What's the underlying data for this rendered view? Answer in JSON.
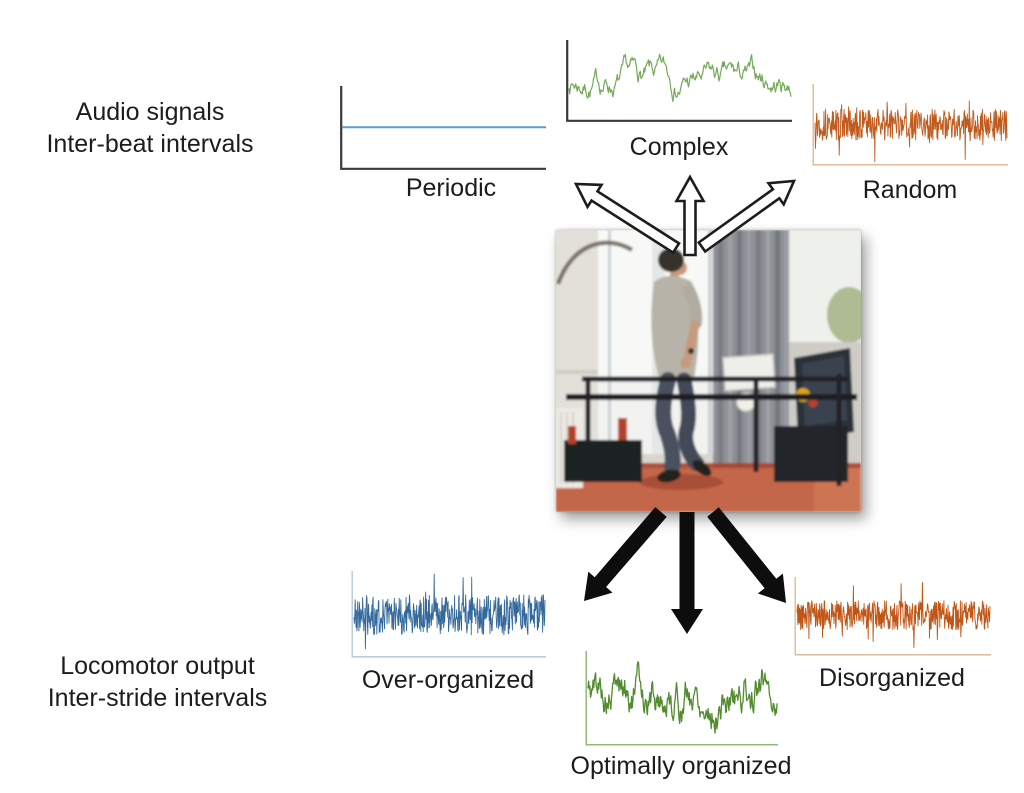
{
  "labels": {
    "audio_line1": "Audio signals",
    "audio_line2": "Inter-beat intervals",
    "locomotor_line1": "Locomotor output",
    "locomotor_line2": "Inter-stride intervals"
  },
  "plots": {
    "periodic": {
      "label": "Periodic",
      "kind": "flat",
      "color": "#58a0cd",
      "axis_color": "#3a3a3a",
      "axis_width": 2.2,
      "stroke_width": 2.0,
      "seed": 1,
      "points": 2,
      "amp": 0.0,
      "mid": 0.49
    },
    "complex": {
      "label": "Complex",
      "kind": "pink",
      "color": "#74aa58",
      "axis_color": "#3a3a3a",
      "axis_width": 2.2,
      "stroke_width": 1.2,
      "seed": 7,
      "points": 300,
      "amp": 0.3,
      "mid": 0.45
    },
    "random": {
      "label": "Random",
      "kind": "white",
      "color": "#c05a1d",
      "axis_color": "#deb58e",
      "axis_width": 1.3,
      "stroke_width": 0.9,
      "seed": 13,
      "points": 470,
      "amp": 0.26,
      "mid": 0.5
    },
    "over_organized": {
      "label": "Over-organized",
      "kind": "white",
      "color": "#34699c",
      "axis_color": "#aec6d8",
      "axis_width": 1.3,
      "stroke_width": 0.9,
      "seed": 21,
      "points": 470,
      "amp": 0.29,
      "mid": 0.5
    },
    "optimally_organized": {
      "label": "Optimally organized",
      "kind": "pink",
      "color": "#538c30",
      "axis_color": "#8fba77",
      "axis_width": 1.5,
      "stroke_width": 1.3,
      "seed": 5,
      "points": 300,
      "amp": 0.3,
      "mid": 0.5
    },
    "disorganized": {
      "label": "Disorganized",
      "kind": "white",
      "color": "#c05515",
      "axis_color": "#deb58e",
      "axis_width": 1.3,
      "stroke_width": 0.9,
      "seed": 42,
      "points": 470,
      "amp": 0.26,
      "mid": 0.48
    }
  },
  "photo": {
    "name": "treadmill-walking-photo"
  },
  "colors": {
    "arrow_up_fill": "#ffffff",
    "arrow_up_stroke": "#1d1d1d",
    "arrow_down_fill": "#0d0d0d",
    "text": "#1c1c1c"
  }
}
